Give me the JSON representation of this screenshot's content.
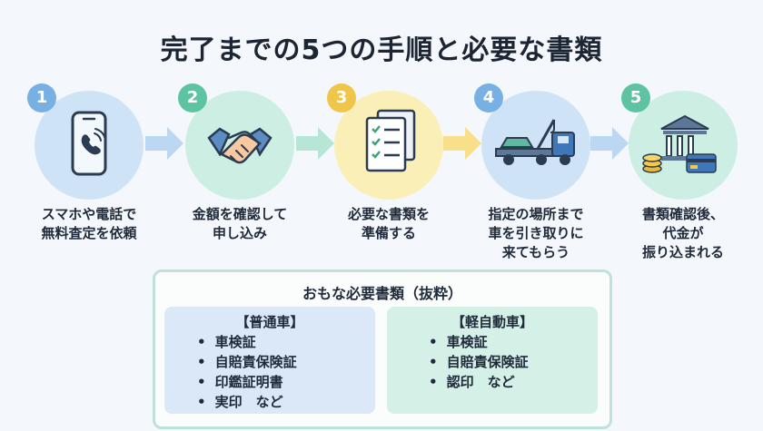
{
  "title": "完了までの5つの手順と必要な書類",
  "steps": [
    {
      "number": "1",
      "icon": "smartphone-phone-icon",
      "label_line1": "スマホや電話で",
      "label_line2": "無料査定を依頼",
      "label_line3": "",
      "color": "#cfe3f7",
      "badge_color": "#79b0e3"
    },
    {
      "number": "2",
      "icon": "handshake-icon",
      "label_line1": "金額を確認して",
      "label_line2": "申し込み",
      "label_line3": "",
      "color": "#cdeee2",
      "badge_color": "#5dc3a0"
    },
    {
      "number": "3",
      "icon": "checklist-documents-icon",
      "label_line1": "必要な書類を",
      "label_line2": "準備する",
      "label_line3": "",
      "color": "#fbefb8",
      "badge_color": "#f0c64a"
    },
    {
      "number": "4",
      "icon": "tow-truck-icon",
      "label_line1": "指定の場所まで",
      "label_line2": "車を引き取りに",
      "label_line3": "来てもらう",
      "color": "#cfe3f7",
      "badge_color": "#79b0e3"
    },
    {
      "number": "5",
      "icon": "bank-coins-card-icon",
      "label_line1": "書類確認後、",
      "label_line2": "代金が",
      "label_line3": "振り込まれる",
      "color": "#cdeee2",
      "badge_color": "#5dc3a0"
    }
  ],
  "documents": {
    "title": "おもな必要書類（抜粋）",
    "regular_car": {
      "title": "【普通車】",
      "items": [
        "車検証",
        "自賠責保険証",
        "印鑑証明書",
        "実印　など"
      ],
      "color": "#dbe8f8"
    },
    "kei_car": {
      "title": "【軽自動車】",
      "items": [
        "車検証",
        "自賠責保険証",
        "認印　など"
      ],
      "color": "#d5f0e6"
    }
  }
}
